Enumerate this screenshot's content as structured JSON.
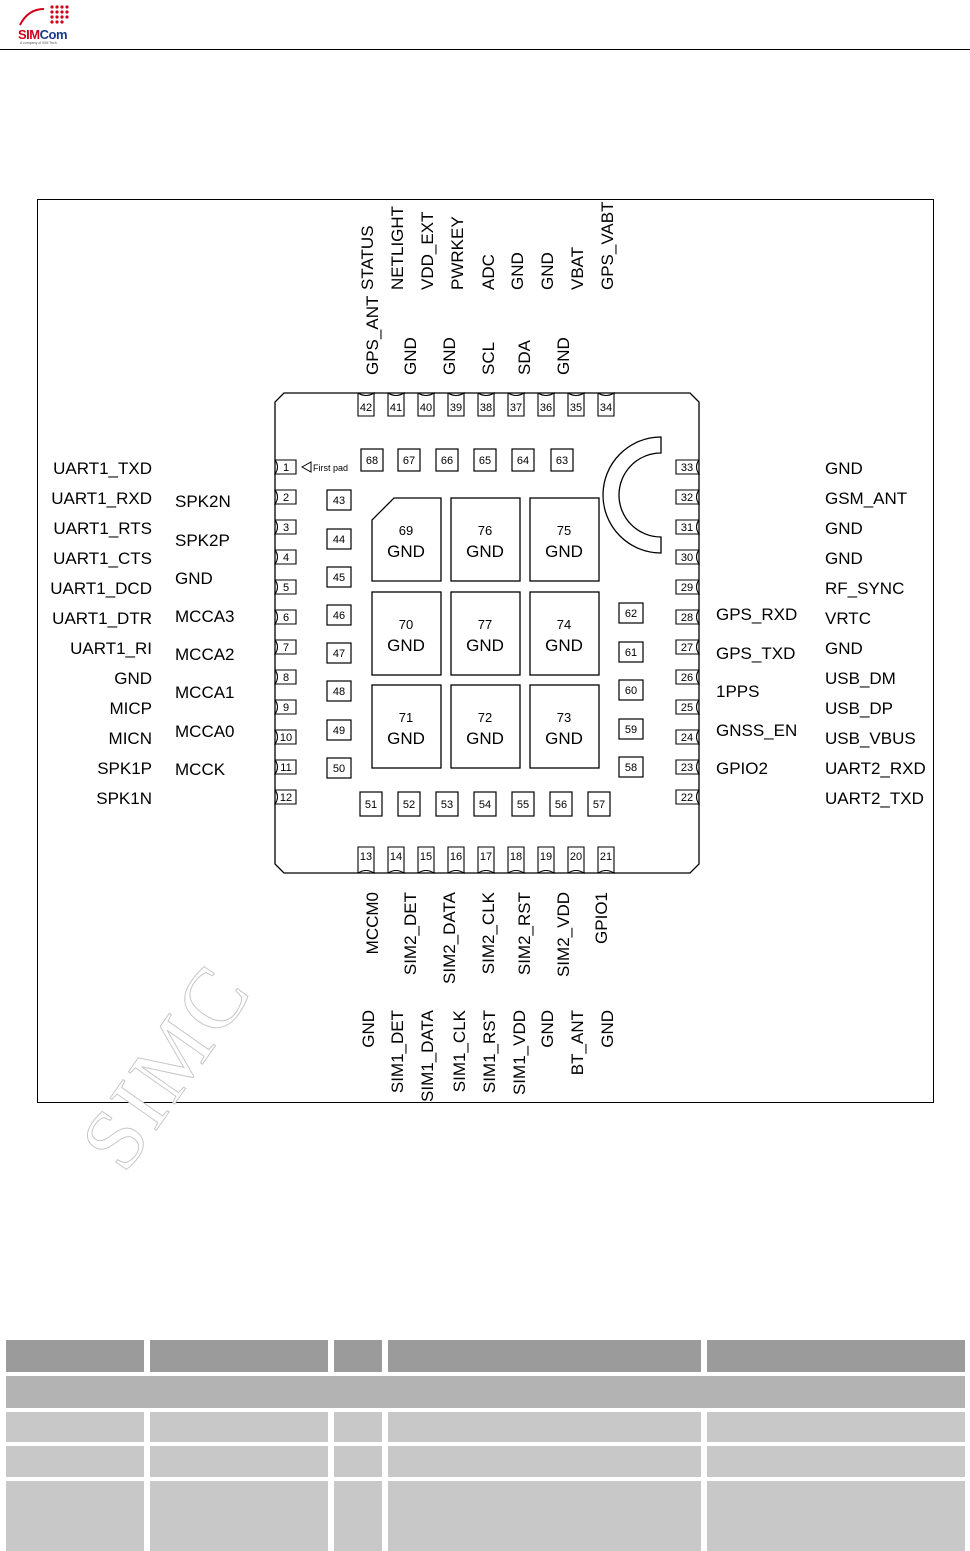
{
  "header": {
    "logo_brand_a": "SIM",
    "logo_brand_b": "Com",
    "logo_tagline": "A company of SIM Tech"
  },
  "watermark": "SIMC",
  "colors": {
    "logo_red": "#d0021b",
    "logo_blue": "#1a3b8a",
    "table_header": "#9b9b9b",
    "table_section": "#b3b3b3",
    "table_row": "#c8c8c8"
  },
  "diagram": {
    "first_pad_label": "First pad",
    "left_pads": [
      "1",
      "2",
      "3",
      "4",
      "5",
      "6",
      "7",
      "8",
      "9",
      "10",
      "11",
      "12"
    ],
    "left_outer_labels": [
      "UART1_TXD",
      "UART1_RXD",
      "UART1_RTS",
      "UART1_CTS",
      "UART1_DCD",
      "UART1_DTR",
      "UART1_RI",
      "GND",
      "MICP",
      "MICN",
      "SPK1P",
      "SPK1N"
    ],
    "left_inner_labels": [
      "SPK2N",
      "SPK2P",
      "GND",
      "MCCA3",
      "MCCA2",
      "MCCA1",
      "MCCA0",
      "MCCK"
    ],
    "left_inner_pads": [
      "43",
      "44",
      "45",
      "46",
      "47",
      "48",
      "49",
      "50"
    ],
    "bottom_pads": [
      "13",
      "14",
      "15",
      "16",
      "17",
      "18",
      "19",
      "20",
      "21"
    ],
    "bottom_inner_labels": [
      "MCCM0",
      "SIM2_DET",
      "SIM2_DATA",
      "SIM2_CLK",
      "SIM2_RST",
      "SIM2_VDD",
      "GPIO1"
    ],
    "bottom_outer_labels": [
      "GND",
      "SIM1_DET",
      "SIM1_DATA",
      "SIM1_CLK",
      "SIM1_RST",
      "SIM1_VDD",
      "GND",
      "BT_ANT",
      "GND"
    ],
    "bottom_inner_pads": [
      "51",
      "52",
      "53",
      "54",
      "55",
      "56",
      "57"
    ],
    "right_pads": [
      "22",
      "23",
      "24",
      "25",
      "26",
      "27",
      "28",
      "29",
      "30",
      "31",
      "32",
      "33"
    ],
    "right_outer_labels": [
      "GND",
      "GSM_ANT",
      "GND",
      "GND",
      "RF_SYNC",
      "VRTC",
      "GND",
      "USB_DM",
      "USB_DP",
      "USB_VBUS",
      "UART2_RXD",
      "UART2_TXD"
    ],
    "right_inner_labels": [
      "GPS_RXD",
      "GPS_TXD",
      "1PPS",
      "GNSS_EN",
      "GPIO2"
    ],
    "right_inner_pads": [
      "62",
      "61",
      "60",
      "59",
      "58"
    ],
    "top_pads": [
      "42",
      "41",
      "40",
      "39",
      "38",
      "37",
      "36",
      "35",
      "34"
    ],
    "top_outer_labels": [
      "STATUS",
      "NETLIGHT",
      "VDD_EXT",
      "PWRKEY",
      "ADC",
      "GND",
      "GND",
      "VBAT",
      "GPS_VABT"
    ],
    "top_inner_labels": [
      "GPS_ANT",
      "GND",
      "GND",
      "SCL",
      "SDA",
      "GND"
    ],
    "top_inner_pads": [
      "68",
      "67",
      "66",
      "65",
      "64",
      "63"
    ],
    "center_pads": [
      {
        "num": "69",
        "name": "GND"
      },
      {
        "num": "76",
        "name": "GND"
      },
      {
        "num": "75",
        "name": "GND"
      },
      {
        "num": "70",
        "name": "GND"
      },
      {
        "num": "77",
        "name": "GND"
      },
      {
        "num": "74",
        "name": "GND"
      },
      {
        "num": "71",
        "name": "GND"
      },
      {
        "num": "72",
        "name": "GND"
      },
      {
        "num": "73",
        "name": "GND"
      }
    ]
  }
}
